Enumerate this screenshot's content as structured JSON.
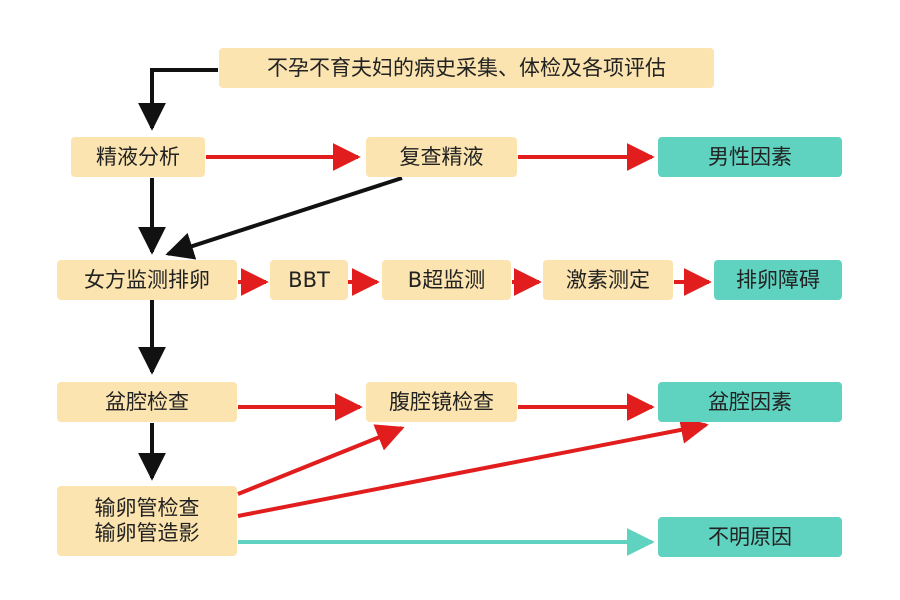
{
  "colors": {
    "step_fill": "#fbe4b0",
    "result_fill": "#5fd2c0",
    "flow_black": "#111111",
    "flow_red": "#e11d1d",
    "flow_teal": "#5fd2c0"
  },
  "nodes": {
    "intake": "不孕不育夫妇的病史采集、体检及各项评估",
    "semen": "精液分析",
    "recheck": "复查精液",
    "male": "男性因素",
    "ovulation": "女方监测排卵",
    "bbt": "BBT",
    "bus": "B超监测",
    "hormone": "激素测定",
    "ovdis": "排卵障碍",
    "pelvic": "盆腔检查",
    "lap": "腹腔镜检查",
    "pelvicf": "盆腔因素",
    "tube1": "输卵管检查",
    "tube2": "输卵管造影",
    "unknown": "不明原因"
  },
  "edges": [
    {
      "from": "intake",
      "to": "semen",
      "color": "black"
    },
    {
      "from": "semen",
      "to": "recheck",
      "color": "red"
    },
    {
      "from": "recheck",
      "to": "male",
      "color": "red"
    },
    {
      "from": "semen",
      "to": "ovulation",
      "color": "black"
    },
    {
      "from": "recheck",
      "to": "ovulation",
      "color": "black"
    },
    {
      "from": "ovulation",
      "to": "bbt",
      "color": "red"
    },
    {
      "from": "bbt",
      "to": "bus",
      "color": "red"
    },
    {
      "from": "bus",
      "to": "hormone",
      "color": "red"
    },
    {
      "from": "hormone",
      "to": "ovdis",
      "color": "red"
    },
    {
      "from": "ovulation",
      "to": "pelvic",
      "color": "black"
    },
    {
      "from": "pelvic",
      "to": "lap",
      "color": "red"
    },
    {
      "from": "lap",
      "to": "pelvicf",
      "color": "red"
    },
    {
      "from": "pelvic",
      "to": "tube",
      "color": "black"
    },
    {
      "from": "tube",
      "to": "lap",
      "color": "red"
    },
    {
      "from": "tube",
      "to": "pelvicf",
      "color": "red"
    },
    {
      "from": "tube",
      "to": "unknown",
      "color": "teal"
    }
  ]
}
